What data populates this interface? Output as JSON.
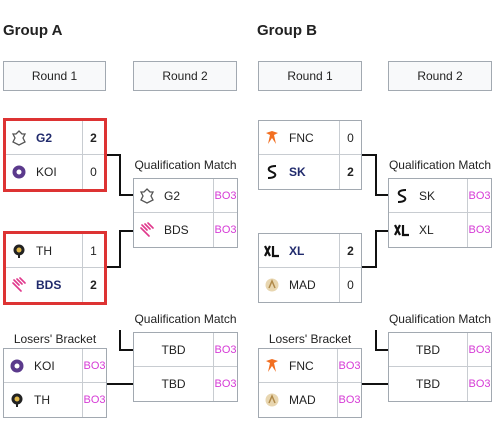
{
  "groups": [
    {
      "title": "Group A",
      "round1": "Round 1",
      "round2": "Round 2",
      "match1": {
        "a": {
          "name": "G2",
          "score": "2"
        },
        "b": {
          "name": "KOI",
          "score": "0"
        }
      },
      "match2": {
        "a": {
          "name": "TH",
          "score": "1"
        },
        "b": {
          "name": "BDS",
          "score": "2"
        }
      },
      "losers_label": "Losers' Bracket",
      "losers": {
        "a": {
          "name": "KOI",
          "bo": "BO3"
        },
        "b": {
          "name": "TH",
          "bo": "BO3"
        }
      },
      "qual1_label": "Qualification Match",
      "qual1": {
        "a": {
          "name": "G2",
          "bo": "BO3"
        },
        "b": {
          "name": "BDS",
          "bo": "BO3"
        }
      },
      "qual2_label": "Qualification Match",
      "qual2": {
        "a": {
          "name": "TBD",
          "bo": "BO3"
        },
        "b": {
          "name": "TBD",
          "bo": "BO3"
        }
      }
    },
    {
      "title": "Group B",
      "round1": "Round 1",
      "round2": "Round 2",
      "match1": {
        "a": {
          "name": "FNC",
          "score": "0"
        },
        "b": {
          "name": "SK",
          "score": "2"
        }
      },
      "match2": {
        "a": {
          "name": "XL",
          "score": "2"
        },
        "b": {
          "name": "MAD",
          "score": "0"
        }
      },
      "losers_label": "Losers' Bracket",
      "losers": {
        "a": {
          "name": "FNC",
          "bo": "BO3"
        },
        "b": {
          "name": "MAD",
          "bo": "BO3"
        }
      },
      "qual1_label": "Qualification Match",
      "qual1": {
        "a": {
          "name": "SK",
          "bo": "BO3"
        },
        "b": {
          "name": "XL",
          "bo": "BO3"
        }
      },
      "qual2_label": "Qualification Match",
      "qual2": {
        "a": {
          "name": "TBD",
          "bo": "BO3"
        },
        "b": {
          "name": "TBD",
          "bo": "BO3"
        }
      }
    }
  ],
  "colors": {
    "highlight": "#dd3333",
    "bo_text": "#d63bd6",
    "winner_text": "#202a6c"
  }
}
